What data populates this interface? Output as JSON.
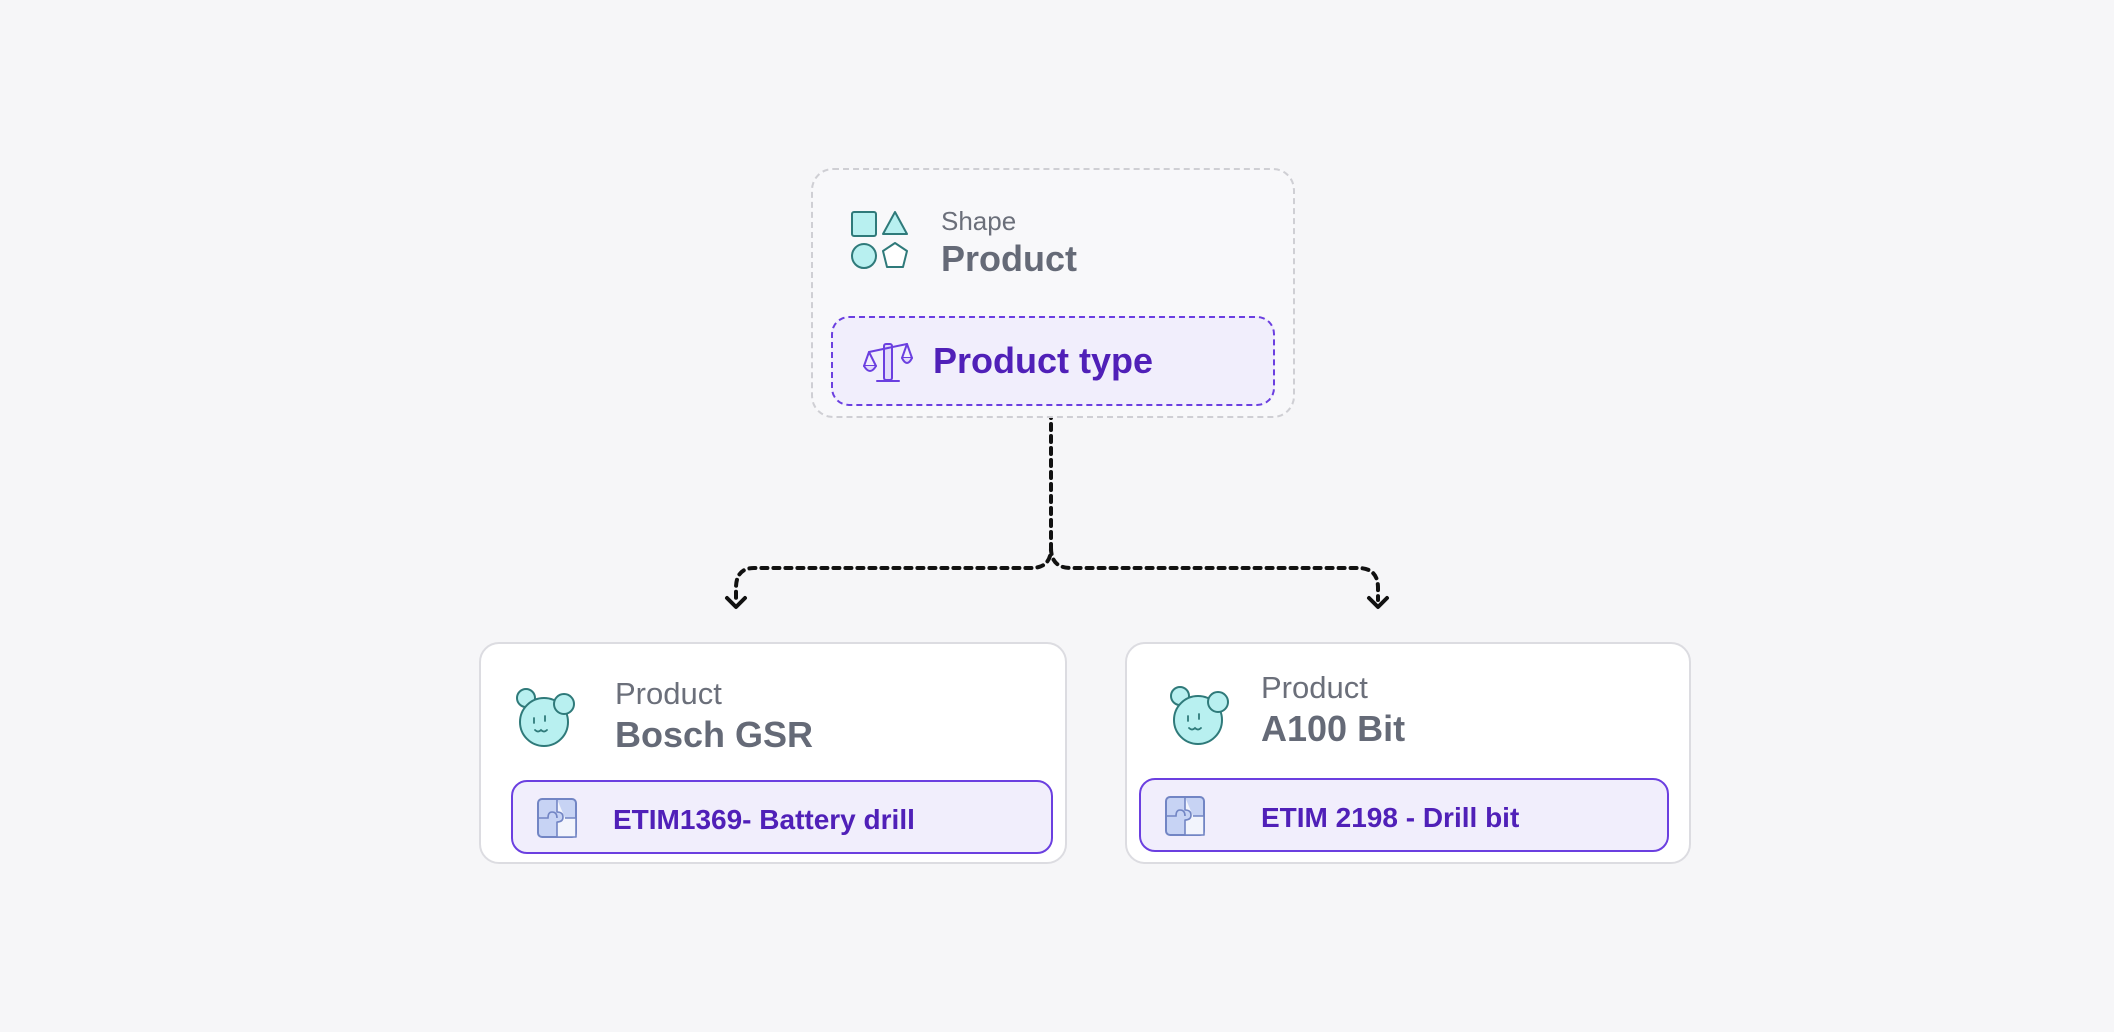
{
  "shape_card": {
    "subtitle": "Shape",
    "title": "Product",
    "icon": "shapes-icon",
    "type_label": "Product type",
    "type_icon": "scale-icon"
  },
  "products": [
    {
      "subtitle": "Product",
      "title": "Bosch GSR",
      "icon": "bear-icon",
      "etim_label": "ETIM1369- Battery drill",
      "etim_icon": "puzzle-icon"
    },
    {
      "subtitle": "Product",
      "title": "A100 Bit",
      "icon": "bear-icon",
      "etim_label": "ETIM 2198 - Drill bit",
      "etim_icon": "puzzle-icon"
    }
  ],
  "colors": {
    "accent": "#5020b8",
    "accent_border": "#6b3fe0",
    "pill_bg": "#f1eefc",
    "icon_fill": "#b8f0f0",
    "icon_stroke": "#2f7a7a",
    "text_muted": "#656a77",
    "background": "#f6f6f8"
  }
}
